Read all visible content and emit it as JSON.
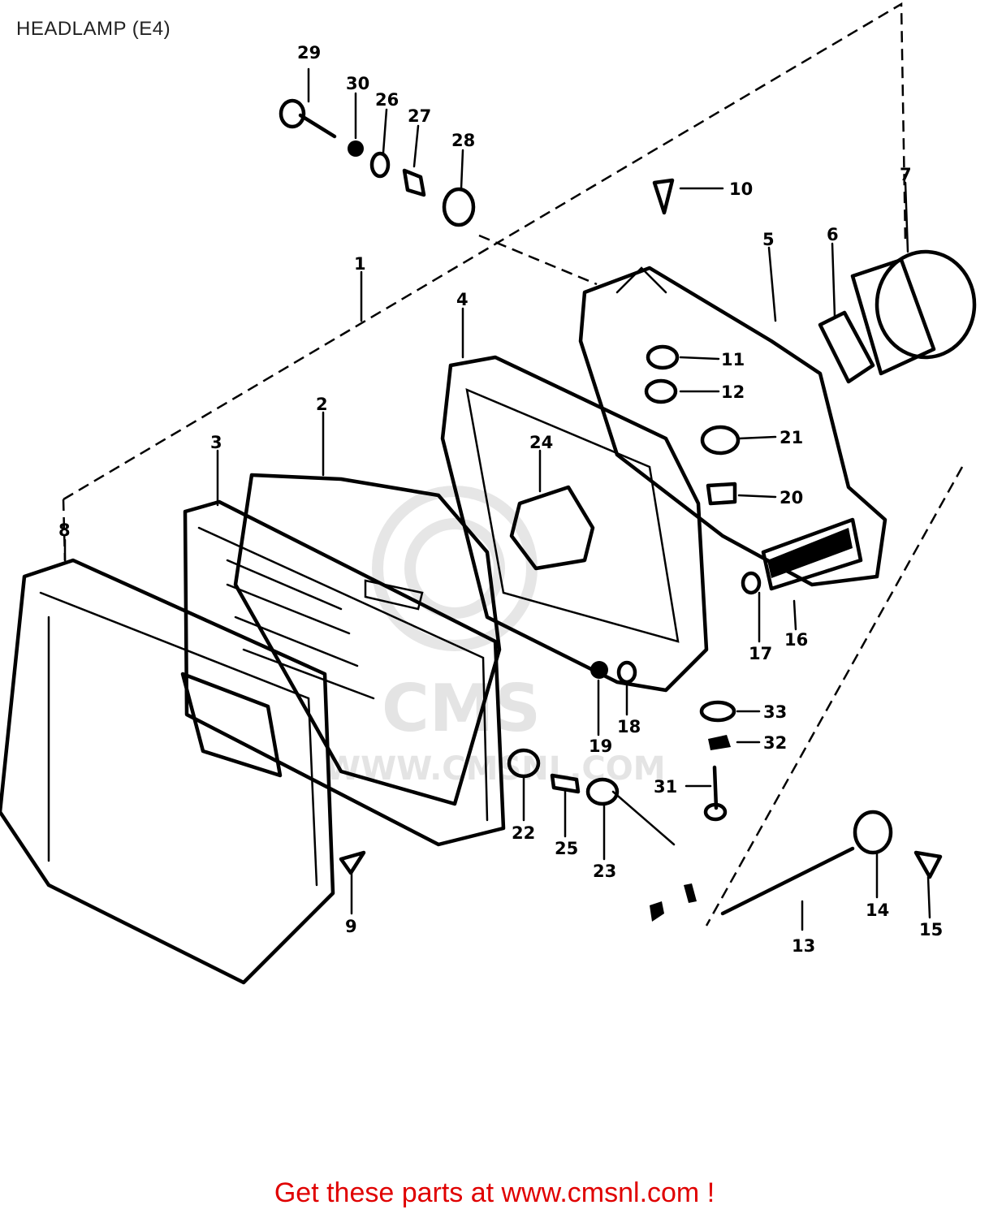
{
  "title": "HEADLAMP (E4)",
  "footer": "Get these parts at www.cmsnl.com !",
  "watermark": {
    "top": "CMS",
    "bottom": "WWW.CMSNL.COM"
  },
  "callouts": [
    {
      "label": "1"
    },
    {
      "label": "2"
    },
    {
      "label": "3"
    },
    {
      "label": "4"
    },
    {
      "label": "5"
    },
    {
      "label": "6"
    },
    {
      "label": "7"
    },
    {
      "label": "8"
    },
    {
      "label": "9"
    },
    {
      "label": "10"
    },
    {
      "label": "11"
    },
    {
      "label": "12"
    },
    {
      "label": "13"
    },
    {
      "label": "14"
    },
    {
      "label": "15"
    },
    {
      "label": "16"
    },
    {
      "label": "17"
    },
    {
      "label": "18"
    },
    {
      "label": "19"
    },
    {
      "label": "20"
    },
    {
      "label": "21"
    },
    {
      "label": "22"
    },
    {
      "label": "23"
    },
    {
      "label": "24"
    },
    {
      "label": "25"
    },
    {
      "label": "26"
    },
    {
      "label": "27"
    },
    {
      "label": "28"
    },
    {
      "label": "29"
    },
    {
      "label": "30"
    },
    {
      "label": "31"
    },
    {
      "label": "32"
    },
    {
      "label": "33"
    }
  ],
  "colors": {
    "line": "#000000",
    "footer": "#e00000",
    "watermark": "#e6e6e6"
  }
}
